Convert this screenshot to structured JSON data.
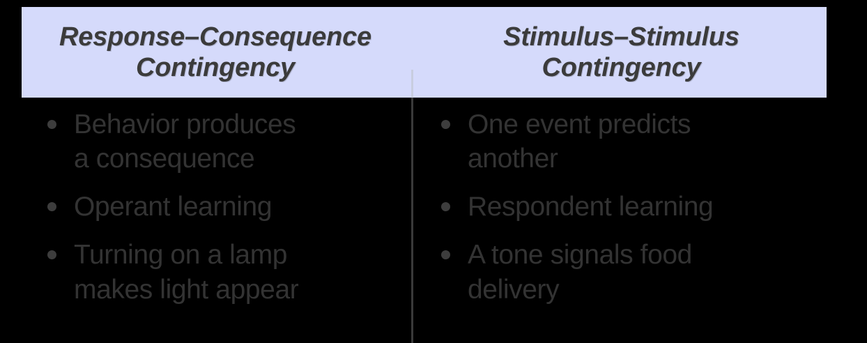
{
  "slide": {
    "background_color": "#000000",
    "header_band_color": "#d5dafb",
    "header_text_color": "#3b3b3b",
    "body_text_color": "#333333",
    "divider_color": "#3a3a3a",
    "bullet_marker": "bullet-dot"
  },
  "columns": [
    {
      "id": "response-consequence",
      "header": "Response–Consequence\nContingency",
      "bullets": [
        "Behavior produces\na consequence",
        "Operant learning",
        "Turning on a lamp\nmakes light appear"
      ]
    },
    {
      "id": "stimulus-stimulus",
      "header": "Stimulus–Stimulus\nContingency",
      "bullets": [
        "One event predicts\nanother",
        "Respondent learning",
        "A tone signals food\ndelivery"
      ]
    }
  ]
}
